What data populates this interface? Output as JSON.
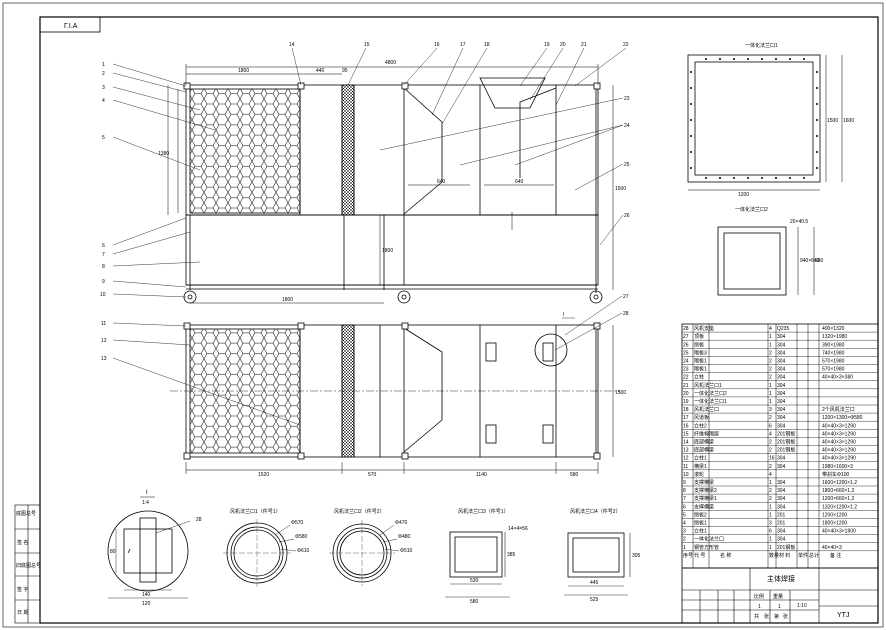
{
  "title_block": {
    "tab_label": "Г.І.А",
    "drawing_title": "主体焊接",
    "drawing_number": "YTJ",
    "row_labels": [
      "底图总号",
      "签 名",
      "旧底图总号",
      "签 字",
      "日 期"
    ],
    "table_header": [
      "序号",
      "代 号",
      "名 称",
      "数量",
      "材 料",
      "单件",
      "总计",
      "备 注"
    ],
    "sub_labels": [
      "比例",
      "重量",
      "共",
      "张",
      "第",
      "张"
    ],
    "scale": "1:10",
    "sheet_count": "1",
    "sheet_no": "1"
  },
  "top_view": {
    "dims": [
      "4800",
      "1800",
      "440",
      "95",
      "640",
      "640",
      "1800",
      "1380",
      "1500",
      "1800"
    ],
    "balloons": [
      "1",
      "2",
      "3",
      "4",
      "5",
      "6",
      "7",
      "8",
      "9",
      "10",
      "14",
      "15",
      "16",
      "17",
      "18",
      "19",
      "20",
      "21",
      "22",
      "23",
      "24",
      "25",
      "26"
    ]
  },
  "bottom_view": {
    "dims": [
      "1520",
      "570",
      "1140",
      "580",
      "1500"
    ],
    "balloons": [
      "11",
      "12",
      "13",
      "27",
      "28"
    ],
    "detail_label": "I"
  },
  "details": {
    "d1_title": "一体化法兰口1",
    "d1_dims": [
      "1200",
      "1500",
      "1600"
    ],
    "d2_title": "一体化法兰口2",
    "d2_dims": [
      "20×40.5",
      "940×640",
      "960"
    ],
    "d3_title": "I",
    "d3_scale": "1:4",
    "d3_balloon": "28",
    "d3_dims": [
      "80",
      "140",
      "120"
    ],
    "d4_title": "风机法兰口1（件号1）",
    "d4_dims": [
      "Φ570",
      "Φ580",
      "Φ610"
    ],
    "d5_title": "风机法兰口2（件号2）",
    "d5_dims": [
      "Φ470",
      "Φ480",
      "Φ510"
    ],
    "d6_title": "风机法兰口3（件号1）",
    "d6_dims": [
      "530",
      "580",
      "385",
      "14×4=56"
    ],
    "d7_title": "风机法兰口4（件号2）",
    "d7_dims": [
      "445",
      "525",
      "305"
    ]
  },
  "bom": [
    [
      "28",
      "风机支座",
      "4",
      "Q235",
      "400×1320"
    ],
    [
      "27",
      "顶板",
      "1",
      "304",
      "1320×1980"
    ],
    [
      "26",
      "侧板",
      "1",
      "304",
      "390×1980"
    ],
    [
      "25",
      "隔板3",
      "2",
      "304",
      "740×1980"
    ],
    [
      "24",
      "隔板1",
      "2",
      "304",
      "570×1980"
    ],
    [
      "23",
      "隔板1",
      "2",
      "304",
      "570×1980"
    ],
    [
      "22",
      "立柱",
      "2",
      "304",
      "40×40×3×380"
    ],
    [
      "21",
      "风机法兰口1",
      "1",
      "304",
      ""
    ],
    [
      "20",
      "一体化法兰口2",
      "1",
      "304",
      ""
    ],
    [
      "19",
      "一体化法兰口1",
      "1",
      "304",
      ""
    ],
    [
      "18",
      "风机法兰口",
      "3",
      "304",
      "2个风机法兰口"
    ],
    [
      "17",
      "风道板",
      "2",
      "304",
      "1200×1300×Φ580"
    ],
    [
      "16",
      "立柱2",
      "6",
      "304",
      "40×40×3×1290"
    ],
    [
      "15",
      "纤维棉隔层",
      "4",
      "201钢板",
      "40×40×3×1290"
    ],
    [
      "14",
      "底部横梁",
      "2",
      "201钢板",
      "40×40×3×1290"
    ],
    [
      "13",
      "底部横梁",
      "2",
      "201钢板",
      "40×40×3×1290"
    ],
    [
      "12",
      "立柱1",
      "16",
      "304",
      "40×40×3×1290"
    ],
    [
      "11",
      "横梁1",
      "2",
      "304",
      "1980×1600×3"
    ],
    [
      "10",
      "滚轮",
      "4",
      "",
      "带刹车Φ100"
    ],
    [
      "9",
      "支撑横梁",
      "1",
      "304",
      "1600×1200×1.2"
    ],
    [
      "8",
      "支撑横梁2",
      "2",
      "304",
      "1800×660×1.2"
    ],
    [
      "7",
      "支撑横梁1",
      "2",
      "304",
      "1200×660×1.2"
    ],
    [
      "6",
      "支撑横梁",
      "1",
      "304",
      "1320×1200×1.2"
    ],
    [
      "5",
      "侧板2",
      "1",
      "201",
      "1200×1200"
    ],
    [
      "4",
      "侧板1",
      "3",
      "201",
      "1800×1200"
    ],
    [
      "3",
      "立柱1",
      "6",
      "304",
      "40×40×3×1900"
    ],
    [
      "2",
      "一体化法兰口",
      "1",
      "304",
      ""
    ],
    [
      "1",
      "钢管方形管",
      "1",
      "201钢板",
      "40×40×3"
    ]
  ]
}
